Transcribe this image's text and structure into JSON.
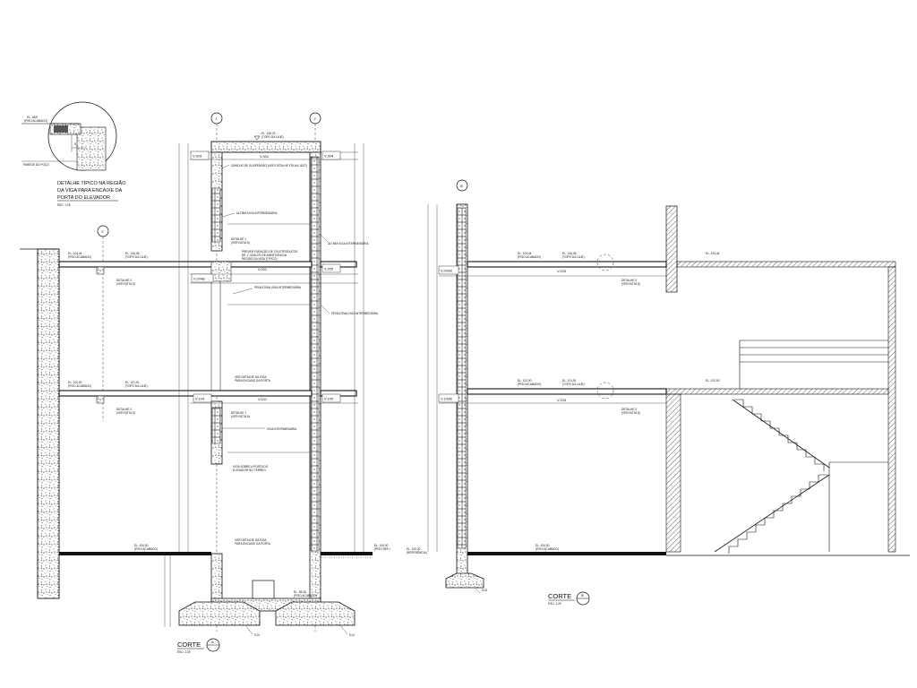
{
  "detail": {
    "title_line1": "DETALHE TÍPICO NA REGIÃO",
    "title_line2": "DA VIGA PARA ENCAIXE DA",
    "title_line3": "PORTA DO ELEVADOR",
    "scale": "ESC: 1:25",
    "wall_label": "PAREDE DO POÇO",
    "level_label": "EL. VAR.",
    "level_sub": "(PISO ACABADO)",
    "dim": "5"
  },
  "section_a": {
    "axis_1": "1",
    "axis_2": "2",
    "axis_1prime": "1'",
    "title": "CORTE",
    "letter": "A",
    "scale": "ESC: 1:25",
    "beams": {
      "v303": "V.303",
      "v301": "V.301",
      "v304": "V.304",
      "v2048": "V.204B",
      "v201": "V.201",
      "v205": "V.205",
      "v104": "V.104",
      "v101": "V.101",
      "v105": "V.105"
    },
    "levels": {
      "roof_top": "EL. 108,23",
      "roof_sub": "(TOPO DA LAJE)",
      "upper_left": "EL. 104,44",
      "upper_left_sub": "(PISO ACABADO)",
      "upper_left2": "EL. 104,35",
      "upper_left2_sub": "(TOPO DA LAJE)",
      "mid_left": "EL. 102,00",
      "mid_left_sub": "(PISO ACABADO)",
      "mid_left2": "EL. 101,91",
      "mid_left2_sub": "(TOPO DA LAJE)",
      "ground": "EL. 100,00",
      "ground_sub": "(PISO ACABADO)",
      "ground_right": "EL. 100,00",
      "ground_right_sub": "(PISO REF.)",
      "pit": "EL. 98,48",
      "pit_sub": "(PISO ACABADO)"
    },
    "notes": {
      "n1": "GANCHO DE SUSPENSÃO (VER DETALHE FOLHA 15/27)",
      "n2": "ÚLTIMA VIGA INTERMEDIÁRIA",
      "n3": "DETALHE 1",
      "n3_sub": "(VER NOTA 6)",
      "n4": "PREVER FURAÇÃO DE 2 ELETRODUTOS",
      "n4b": "DE 1\" ÚNICOS DE ABERTURA DA",
      "n4c": "REGIÃO DA VIGA (TIPICO)",
      "n5": "ÚLTIMA VIGA INTERMEDIÁRIA",
      "n6": "PENÚLTIMA VIGA INTERMEDIÁRIA",
      "n7": "PENÚLTIMA VIGA INTERMEDIÁRIA",
      "n8": "DETALHE 2",
      "n8_sub": "(VER NOTA 5)",
      "n9": "VER DETALHE DA VIGA",
      "n9b": "PARA ENCAIXE DA PORTA",
      "n10": "DETALHE 1",
      "n10_sub": "(VER NOTA 6)",
      "n11": "VIGA INTERMEDIÁRIA",
      "n12": "VIGA SOBRE A PORTA DO",
      "n12b": "ELEVADOR NO TÉRREO",
      "n13": "VER DETALHE DA VIGA",
      "n13b": "PARA ENCAIXE DA PORTA",
      "n14": "DETALHE 2",
      "n14_sub": "(VER NOTA 5)"
    },
    "footings": {
      "left": "5.01",
      "right": "5.01"
    }
  },
  "section_b": {
    "axis": "B",
    "title": "CORTE",
    "letter": "B",
    "scale": "ESC: 1:25",
    "beams": {
      "v2028": "V.202B",
      "v203": "V.203",
      "v1028": "V.102B",
      "v103": "V.103"
    },
    "levels": {
      "upper": "EL. 104,44",
      "upper_sub": "(PISO ACABADO)",
      "upper2": "EL. 104,35",
      "upper2_sub": "(TOPO DA LAJE)",
      "upper_right": "EL. 104,44",
      "mid": "EL. 102,00",
      "mid_sub": "(PISO ACABADO)",
      "mid2": "EL. 101,91",
      "mid2_sub": "(TOPO DA LAJE)",
      "mid_right": "EL. 102,00",
      "ground": "EL. 100,00",
      "ground_sub": "(PISO ACABADO)",
      "ground_left": "EL. 100,00",
      "ground_left_sub": "(REFERÊNCIA)"
    },
    "notes": {
      "d2": "DETALHE 2",
      "d2_sub": "(VER NOTA 5)",
      "d2b": "DETALHE 2",
      "d2b_sub": "(VER NOTA 5)"
    },
    "footing": "5.02"
  }
}
